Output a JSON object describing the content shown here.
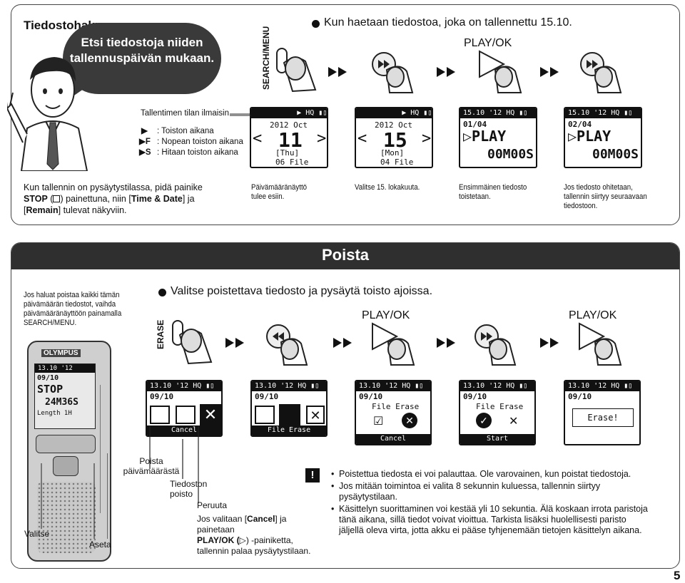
{
  "section1": {
    "title": "Tiedostohaku",
    "bubble": "Etsi tiedostoja niiden tallennuspäivän mukaan.",
    "status_label": "Tallentimen tilan ilmaisin",
    "legend": [
      {
        "symbol": "▶",
        "text": ": Toiston aikana"
      },
      {
        "symbol": "▶F",
        "text": ": Nopean toiston aikana"
      },
      {
        "symbol": "▶S",
        "text": ": Hitaan toiston aikana"
      }
    ],
    "search_menu_label": "SEARCH/MENU",
    "bullet": "Kun haetaan tiedostoa, joka on tallennettu 15.10.",
    "play_ok": "PLAY/OK",
    "intro_text": {
      "line1": "Kun tallennin on pysäytystilassa, pidä painike",
      "stop_bold": "STOP",
      "line2b": ") painettuna, niin [",
      "time_date": "Time & Date",
      "line2c": "] ja",
      "remain": "Remain",
      "line3b": "] tulevat näkyviin."
    },
    "captions": [
      "Päivämääränäyttö tulee esiin.",
      "Valitse 15. lokakuuta.",
      "Ensimmäinen tiedosto toistetaan.",
      "Jos tiedosto ohitetaan, tallennin siirtyy seuraavaan tiedostoon."
    ],
    "screens": {
      "date1": {
        "year": "2012 Oct",
        "day": "11",
        "weekday": "[Thu]",
        "files": "06 File"
      },
      "date2": {
        "year": "2012 Oct",
        "day": "15",
        "weekday": "[Mon]",
        "files": "04 File"
      },
      "play1": {
        "date": "15.10 '12",
        "file": "01/04",
        "mode": "PLAY",
        "time": "00M00S"
      },
      "play2": {
        "date": "15.10 '12",
        "file": "02/04",
        "mode": "PLAY",
        "time": "00M00S"
      }
    }
  },
  "section2": {
    "title": "Poista",
    "left_text": "Jos haluat poistaa kaikki tämän päivämäärän tiedostot, vaihda päivämääränäyttöön painamalla SEARCH/MENU.",
    "bullet": "Valitse poistettava tiedosto ja pysäytä toisto ajoissa.",
    "erase_label": "ERASE",
    "play_ok_1": "PLAY/OK",
    "play_ok_2": "PLAY/OK",
    "device": {
      "brand": "OLYMPUS",
      "date": "13.10 '12",
      "file": "09/10",
      "mode": "STOP",
      "time": "24M36S",
      "length": "Length 1H"
    },
    "screens": [
      {
        "date": "13.10 '12",
        "file": "09/10",
        "bottom": "Cancel"
      },
      {
        "date": "13.10 '12",
        "file": "09/10",
        "bottom": "File Erase"
      },
      {
        "date": "13.10 '12",
        "file": "09/10",
        "middle": "File Erase",
        "bottom": "Cancel"
      },
      {
        "date": "13.10 '12",
        "file": "09/10",
        "middle": "File Erase",
        "bottom": "Start"
      },
      {
        "date": "13.10 '12",
        "file": "09/10",
        "middle": "Erase!"
      }
    ],
    "callouts": {
      "delete_date": "Poista päivämäärästä",
      "delete_file": "Tiedoston poisto",
      "cancel": "Peruuta",
      "cancel_note_1": "Jos valitaan [",
      "cancel_bold": "Cancel",
      "cancel_note_2": "] ja painetaan",
      "cancel_note_3": "PLAY/OK (",
      "cancel_note_4": ") -painiketta,",
      "cancel_note_5": "tallennin palaa pysäytystilaan.",
      "select": "Valitse",
      "set": "Aseta"
    },
    "notes": [
      "Poistettua tiedosta ei voi palauttaa. Ole varovainen, kun poistat tiedostoja.",
      "Jos mitään toimintoa ei valita 8 sekunnin kuluessa, tallennin siirtyy pysäytystilaan.",
      "Käsittelyn suorittaminen voi kestää yli 10 sekuntia. Älä koskaan irrota paristoja tänä aikana, sillä tiedot voivat vioittua. Tarkista lisäksi huolellisesti paristo jäljellä oleva virta, jotta akku ei pääse tyhjenemään tietojen käsittelyn aikana."
    ]
  },
  "page_number": "5"
}
